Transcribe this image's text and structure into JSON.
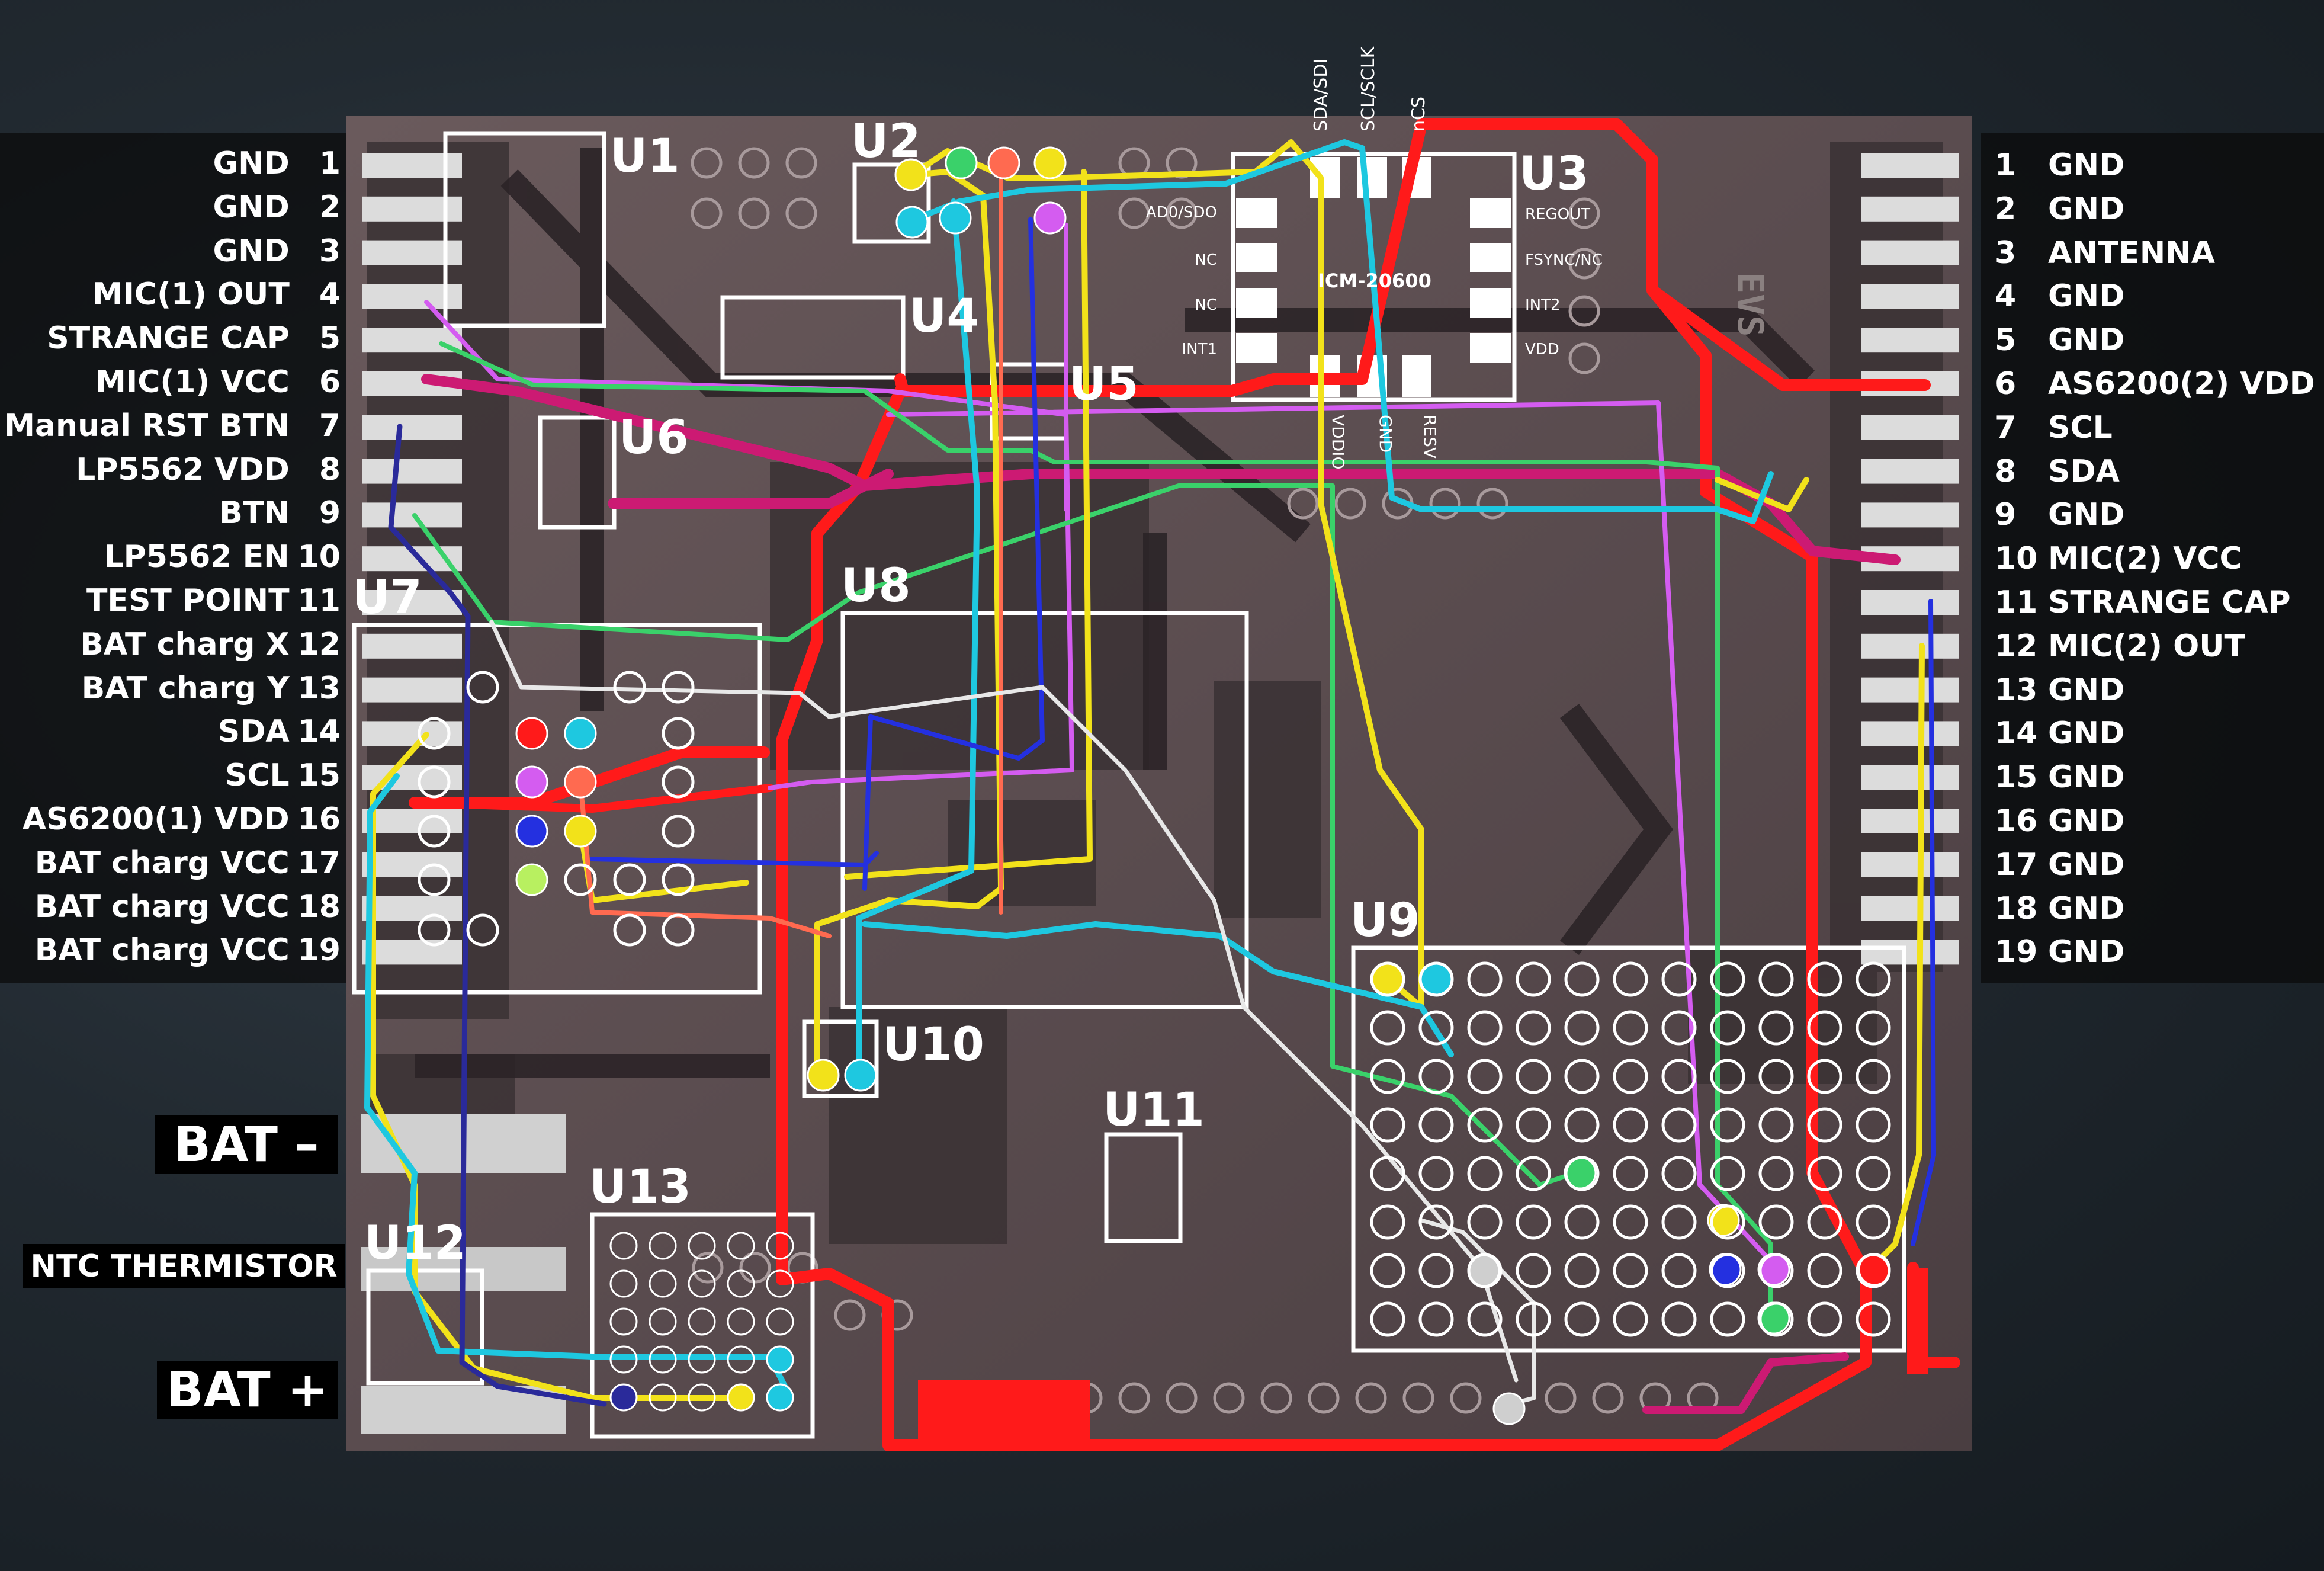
{
  "left_pins": [
    {
      "name": "GND",
      "num": "1"
    },
    {
      "name": "GND",
      "num": "2"
    },
    {
      "name": "GND",
      "num": "3"
    },
    {
      "name": "MIC(1) OUT",
      "num": "4"
    },
    {
      "name": "STRANGE CAP",
      "num": "5"
    },
    {
      "name": "MIC(1) VCC",
      "num": "6"
    },
    {
      "name": "Manual RST BTN",
      "num": "7"
    },
    {
      "name": "LP5562 VDD",
      "num": "8"
    },
    {
      "name": "BTN",
      "num": "9"
    },
    {
      "name": "LP5562 EN",
      "num": "10"
    },
    {
      "name": "TEST POINT",
      "num": "11"
    },
    {
      "name": "BAT charg X",
      "num": "12"
    },
    {
      "name": "BAT charg Y",
      "num": "13"
    },
    {
      "name": "SDA",
      "num": "14"
    },
    {
      "name": "SCL",
      "num": "15"
    },
    {
      "name": "AS6200(1) VDD",
      "num": "16"
    },
    {
      "name": "BAT charg VCC",
      "num": "17"
    },
    {
      "name": "BAT charg VCC",
      "num": "18"
    },
    {
      "name": "BAT charg VCC",
      "num": "19"
    }
  ],
  "right_pins": [
    {
      "num": "1",
      "name": "GND"
    },
    {
      "num": "2",
      "name": "GND"
    },
    {
      "num": "3",
      "name": "ANTENNA"
    },
    {
      "num": "4",
      "name": "GND"
    },
    {
      "num": "5",
      "name": "GND"
    },
    {
      "num": "6",
      "name": "AS6200(2) VDD"
    },
    {
      "num": "7",
      "name": "SCL"
    },
    {
      "num": "8",
      "name": "SDA"
    },
    {
      "num": "9",
      "name": "GND"
    },
    {
      "num": "10",
      "name": "MIC(2) VCC"
    },
    {
      "num": "11",
      "name": "STRANGE CAP"
    },
    {
      "num": "12",
      "name": "MIC(2) OUT"
    },
    {
      "num": "13",
      "name": "GND"
    },
    {
      "num": "14",
      "name": "GND"
    },
    {
      "num": "15",
      "name": "GND"
    },
    {
      "num": "16",
      "name": "GND"
    },
    {
      "num": "17",
      "name": "GND"
    },
    {
      "num": "18",
      "name": "GND"
    },
    {
      "num": "19",
      "name": "GND"
    }
  ],
  "components": {
    "u1": "U1",
    "u2": "U2",
    "u3": "U3",
    "u4": "U4",
    "u5": "U5",
    "u6": "U6",
    "u7": "U7",
    "u8": "U8",
    "u9": "U9",
    "u10": "U10",
    "u11": "U11",
    "u12": "U12",
    "u13": "U13"
  },
  "battery": {
    "minus": "BAT –",
    "plus": "BAT +",
    "ntc": "NTC THERMISTOR"
  },
  "imu": {
    "chip": "ICM-20600",
    "top_pins": [
      "SDA/SDI",
      "SCL/SCLK",
      "nCS"
    ],
    "left_pins": [
      "AD0/SDO",
      "NC",
      "NC",
      "INT1"
    ],
    "right_pins": [
      "REGOUT",
      "FSYNC/NC",
      "INT2",
      "VDD"
    ],
    "bottom_pins": [
      "VDDIO",
      "GND",
      "RESV"
    ]
  },
  "board_marking": "EVS",
  "colors": {
    "red": "#ff1a1a",
    "yellow": "#f2e21a",
    "cyan": "#1ec8e0",
    "magenta": "#cc1a73",
    "violet": "#d45cf0",
    "green": "#3ad16a",
    "blue": "#2430e0",
    "navy": "#2a2a9a",
    "salmon": "#ff6a50",
    "lime": "#b8f060",
    "white": "#e8e8e8",
    "pad": "#d8d8d8"
  }
}
